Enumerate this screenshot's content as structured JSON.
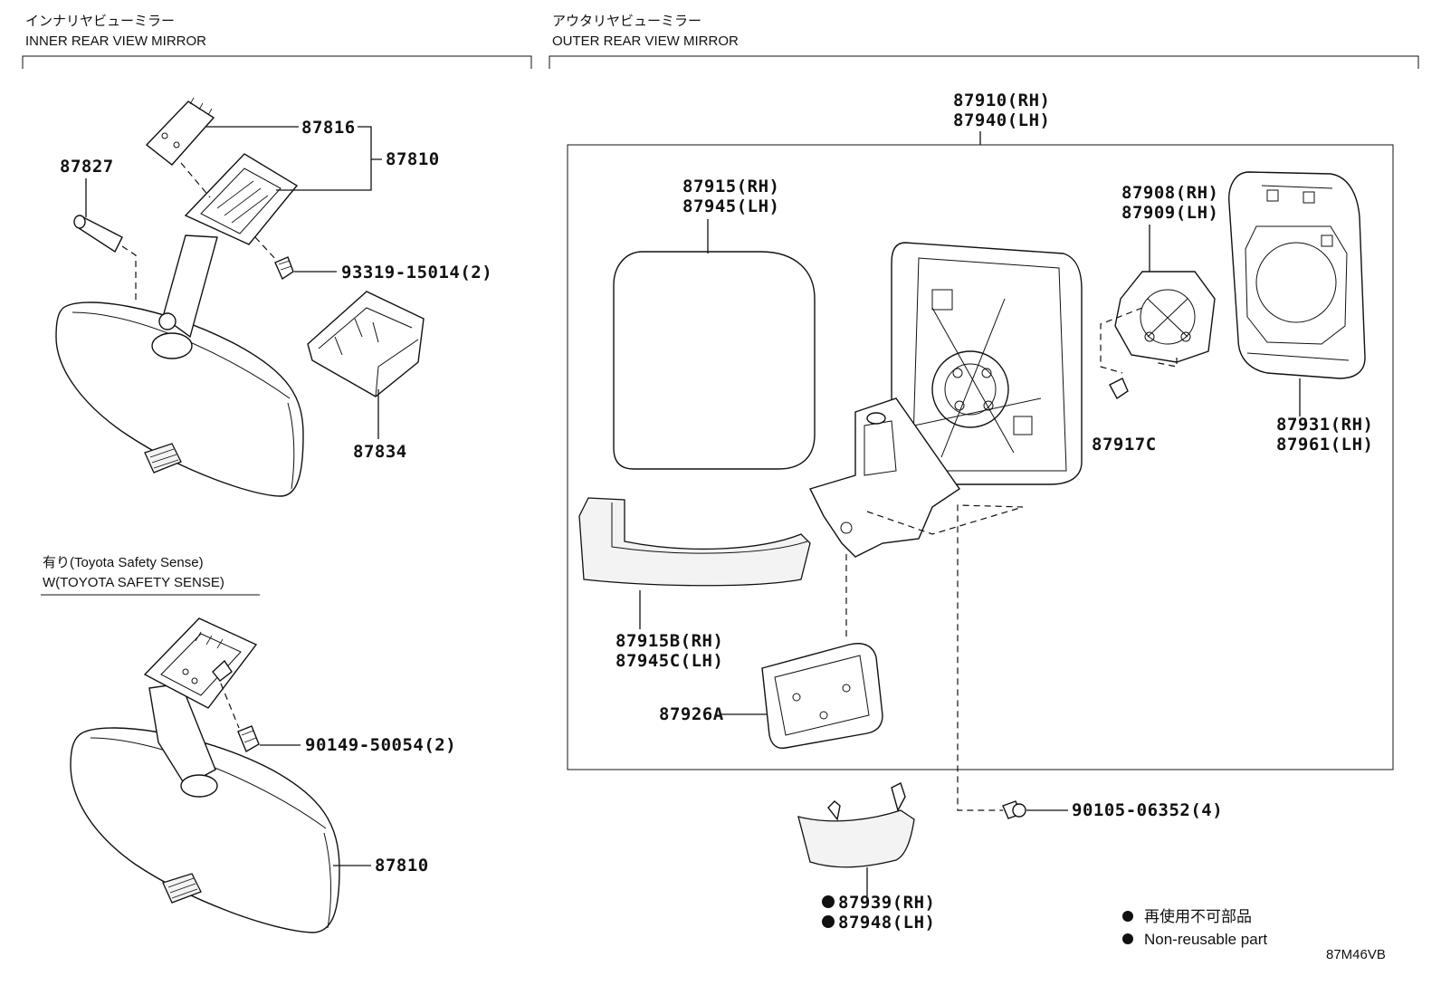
{
  "sections": {
    "inner": {
      "title_jp": "インナリヤビューミラー",
      "title_en": "INNER REAR VIEW MIRROR"
    },
    "outer": {
      "title_jp": "アウタリヤビューミラー",
      "title_en": "OUTER REAR VIEW MIRROR"
    }
  },
  "variant": {
    "jp": "有り(Toyota Safety Sense)",
    "en": "W(TOYOTA SAFETY SENSE)"
  },
  "parts": {
    "p87816": "87816",
    "p87810_top": "87810",
    "p87827": "87827",
    "p93319": "93319-15014(2)",
    "p87834": "87834",
    "p90149": "90149-50054(2)",
    "p87810_bottom": "87810",
    "p87910": "87910(RH)",
    "p87940": "87940(LH)",
    "p87915": "87915(RH)",
    "p87945": "87945(LH)",
    "p87908": "87908(RH)",
    "p87909": "87909(LH)",
    "p87917C": "87917C",
    "p87931": "87931(RH)",
    "p87961": "87961(LH)",
    "p87915B": "87915B(RH)",
    "p87945C": "87945C(LH)",
    "p87926A": "87926A",
    "p90105": "90105-06352(4)",
    "p87939": "87939(RH)",
    "p87948": "87948(LH)"
  },
  "legend": {
    "jp": "再使用不可部品",
    "en": "Non-reusable part"
  },
  "diagram_code": "87M46VB"
}
